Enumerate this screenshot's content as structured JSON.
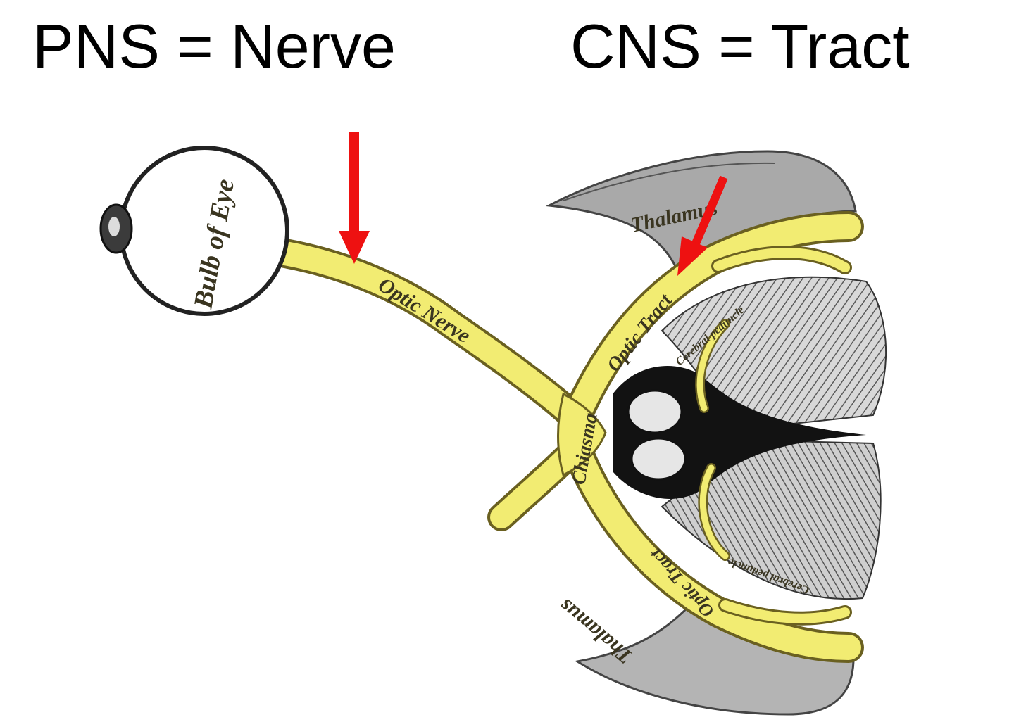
{
  "headings": {
    "pns": "PNS = Nerve",
    "cns": "CNS = Tract"
  },
  "labels": {
    "bulb_of_eye": "Bulb of Eye",
    "optic_nerve": "Optic Nerve",
    "chiasma": "Chiasma",
    "optic_tract_upper": "Optic Tract",
    "optic_tract_lower": "Optic Tract",
    "thalamus_upper": "Thalamus",
    "thalamus_lower": "Thalamus",
    "cerebral_peduncle_upper": "Cerebral peduncle",
    "cerebral_peduncle_lower": "Cerebral peduncle"
  },
  "colors": {
    "nerve_yellow": "#f2ec72",
    "nerve_outline": "#6a6020",
    "arrow_red": "#ee1111",
    "brain_grey": "#9a9a9a"
  }
}
